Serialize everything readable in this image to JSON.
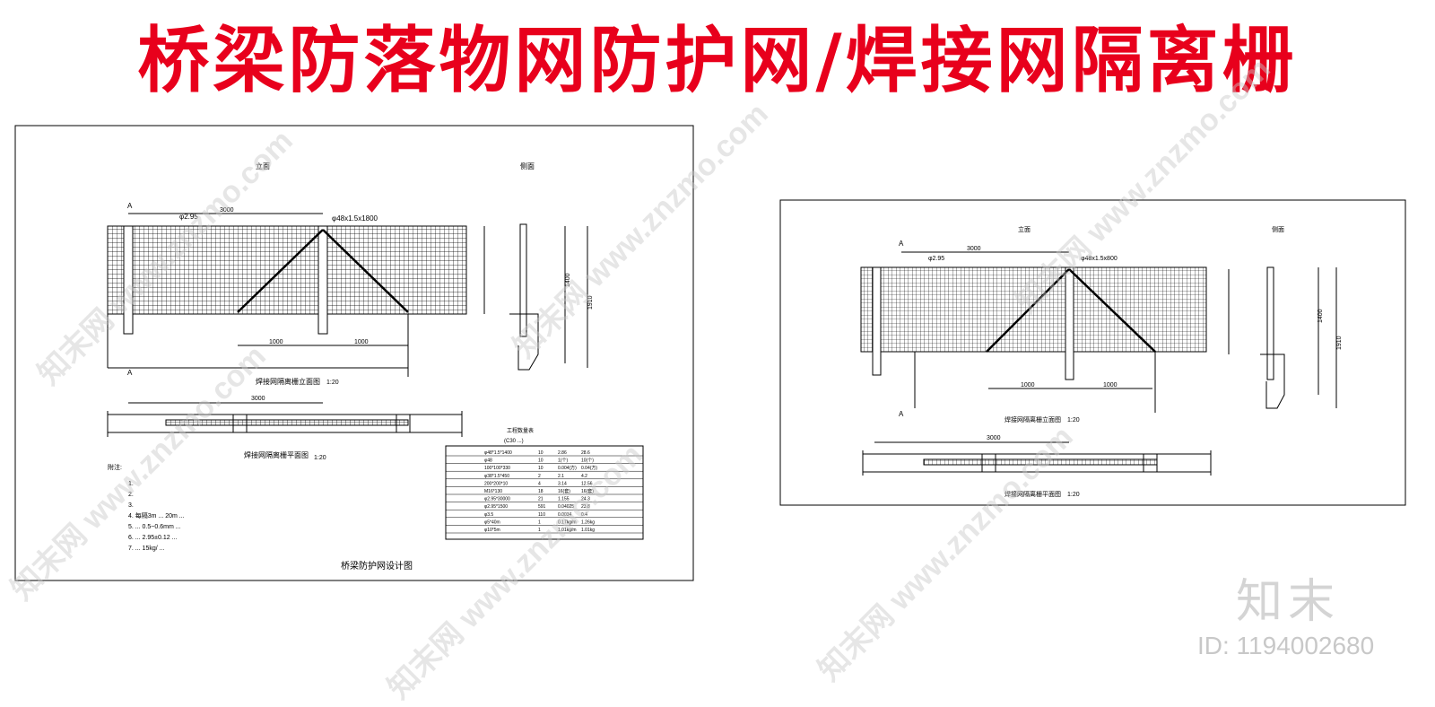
{
  "title": "桥梁防落物网防护网/焊接网隔离栅",
  "left_sheet": {
    "view_elevation": "立面",
    "view_side": "侧面",
    "section_mark": "A",
    "dim_span": "3000",
    "dim_half": "1000",
    "wire_label": "φ2.95",
    "post_label": "φ48x1.5x1800",
    "dim_height": "1910",
    "dim_h2": "1400",
    "elev_caption": "焊接网隔离栅立面图",
    "plan_caption": "焊接网隔离栅平面图",
    "scale": "1:20",
    "notes_title": "附注:",
    "notes": [
      "1.",
      "2.",
      "3.",
      "4. 每隔3m ... 20m ...",
      "5. ... 0.5~0.6mm ...",
      "6. ... 2.95±0.12 ...",
      "7. ... 15kg/ ..."
    ],
    "table_title": "工程数量表",
    "table_subtitle": "(C30 ...)",
    "table_rows": [
      [
        "φ48*1.5*1400",
        "10",
        "2.86",
        "28.6"
      ],
      [
        "φ48",
        "10",
        "1(个)",
        "10(个)"
      ],
      [
        "100*100*330",
        "10",
        "0.004(方)",
        "0.04(方)"
      ],
      [
        "φ38*1.5*450",
        "2",
        "2.1",
        "4.2"
      ],
      [
        "200*200*10",
        "4",
        "3.14",
        "12.56"
      ],
      [
        "M16*130",
        "18",
        "16(套)",
        "16(套)"
      ],
      [
        "φ2.95*30000",
        "21",
        "1.155",
        "24.3"
      ],
      [
        "φ2.95*1500",
        "591",
        "0.04025",
        "23.8"
      ],
      [
        "φ3.5",
        "110",
        "0.0034",
        "0.4"
      ],
      [
        "φ5*40m",
        "1",
        "0.17kg/m",
        "1.26kg"
      ],
      [
        "φ10*5m",
        "1",
        "1.01kg/m",
        "1.01kg"
      ]
    ],
    "sheet_name": "桥梁防护网设计图"
  },
  "right_sheet": {
    "view_elevation": "立面",
    "view_side": "侧面",
    "section_mark": "A",
    "dim_span": "3000",
    "dim_half": "1000",
    "wire_label": "φ2.95",
    "post_label": "φ48x1.5x800",
    "dim_height": "1910",
    "dim_h2": "1400",
    "elev_caption": "焊接网隔离栅立面图",
    "plan_caption": "焊接网隔离栅平面图",
    "scale": "1:20"
  },
  "watermark": "知末网 www.znzmo.com",
  "logo": "知末",
  "image_id": "ID: 1194002680"
}
